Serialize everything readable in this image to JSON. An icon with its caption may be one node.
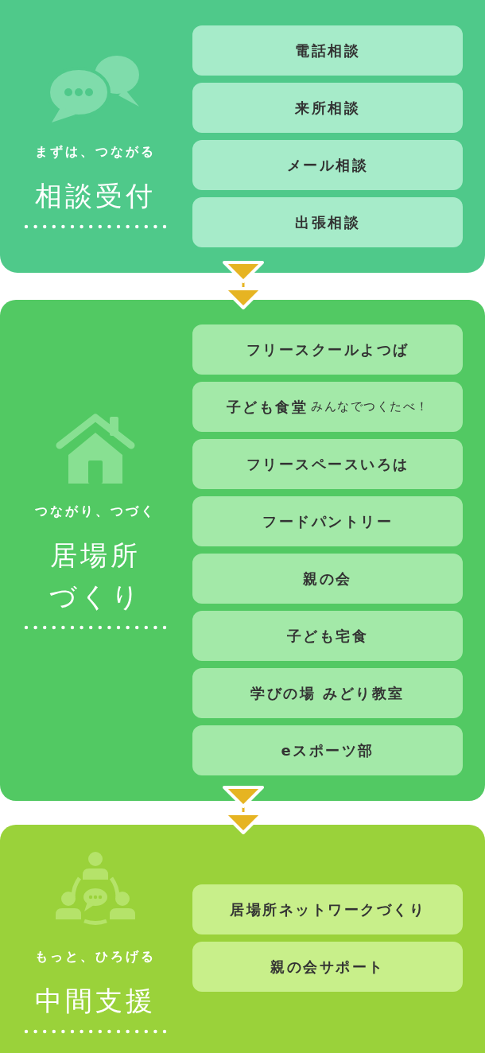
{
  "diagram": {
    "nodes": [
      {
        "text": [
          "まずは、つながる",
          "相談受付"
        ]
      },
      {
        "text": [
          "電話相談"
        ],
        "in": 0
      },
      {
        "text": [
          "来所相談"
        ],
        "in": 0
      },
      {
        "text": [
          "メール相談"
        ],
        "in": 0
      },
      {
        "text": [
          "出張相談"
        ],
        "in": 0
      },
      {
        "text": [
          "つながり、つづく",
          "居場所づくり"
        ]
      },
      {
        "text": [
          "フリースクールよつば"
        ],
        "in": 5
      },
      {
        "text": [
          "子ども食堂",
          "みんなでつくたべ！"
        ],
        "in": 5
      },
      {
        "text": [
          "フリースペースいろは"
        ],
        "in": 5
      },
      {
        "text": [
          "フードパントリー"
        ],
        "in": 5
      },
      {
        "text": [
          "親の会"
        ],
        "in": 5
      },
      {
        "text": [
          "子ども宅食"
        ],
        "in": 5
      },
      {
        "text": [
          "学びの場 みどり教室"
        ],
        "in": 5
      },
      {
        "text": [
          "eスポーツ部"
        ],
        "in": 5
      },
      {
        "text": [
          "もっと、ひろげる",
          "中間支援"
        ]
      },
      {
        "text": [
          "居場所ネットワークづくり"
        ],
        "in": 14
      },
      {
        "text": [
          "親の会サポート"
        ],
        "in": 14
      }
    ],
    "edges": [
      {
        "from": 0,
        "to": 5,
        "arrow": "to"
      },
      {
        "from": 5,
        "to": 14,
        "arrow": "to"
      }
    ]
  }
}
